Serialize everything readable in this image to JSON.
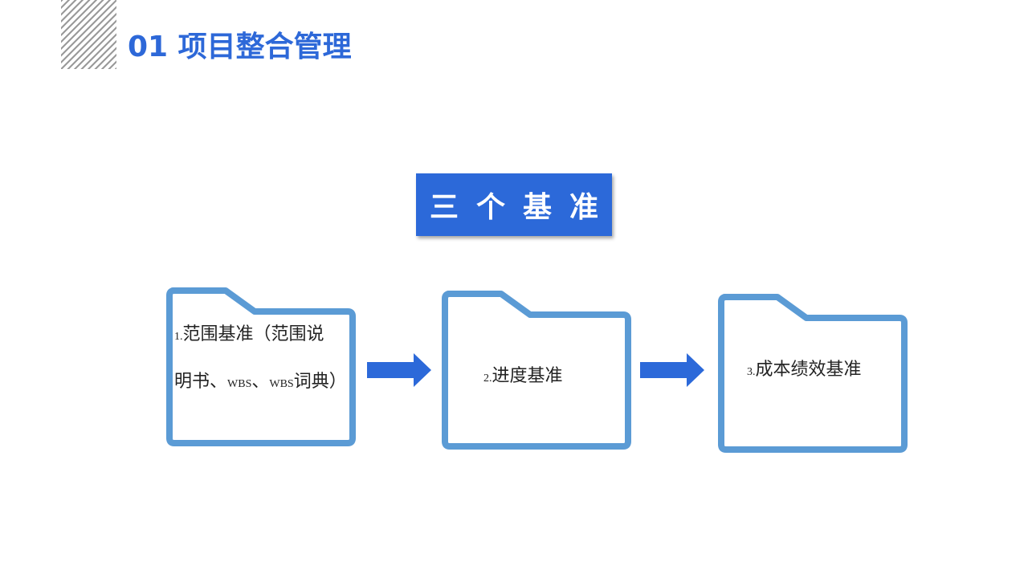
{
  "header": {
    "title": "01 项目整合管理"
  },
  "banner": {
    "label": "三个基准"
  },
  "folders": [
    {
      "line1_num": "1.",
      "line1_text": "范围基准（范围说",
      "line2_a": "明书、",
      "line2_wbs1": "WBS",
      "line2_sep": "、",
      "line2_wbs2": "WBS",
      "line2_b": "词典）"
    },
    {
      "num": "2.",
      "text": "进度基准"
    },
    {
      "num": "3.",
      "text": "成本绩效基准"
    }
  ],
  "colors": {
    "accent": "#2c69d9",
    "folder_stroke": "#5b9bd5",
    "arrow": "#2c69d9",
    "hatch": "#9a9a9a"
  },
  "icons": [
    "folder-icon",
    "arrow-right-icon"
  ]
}
